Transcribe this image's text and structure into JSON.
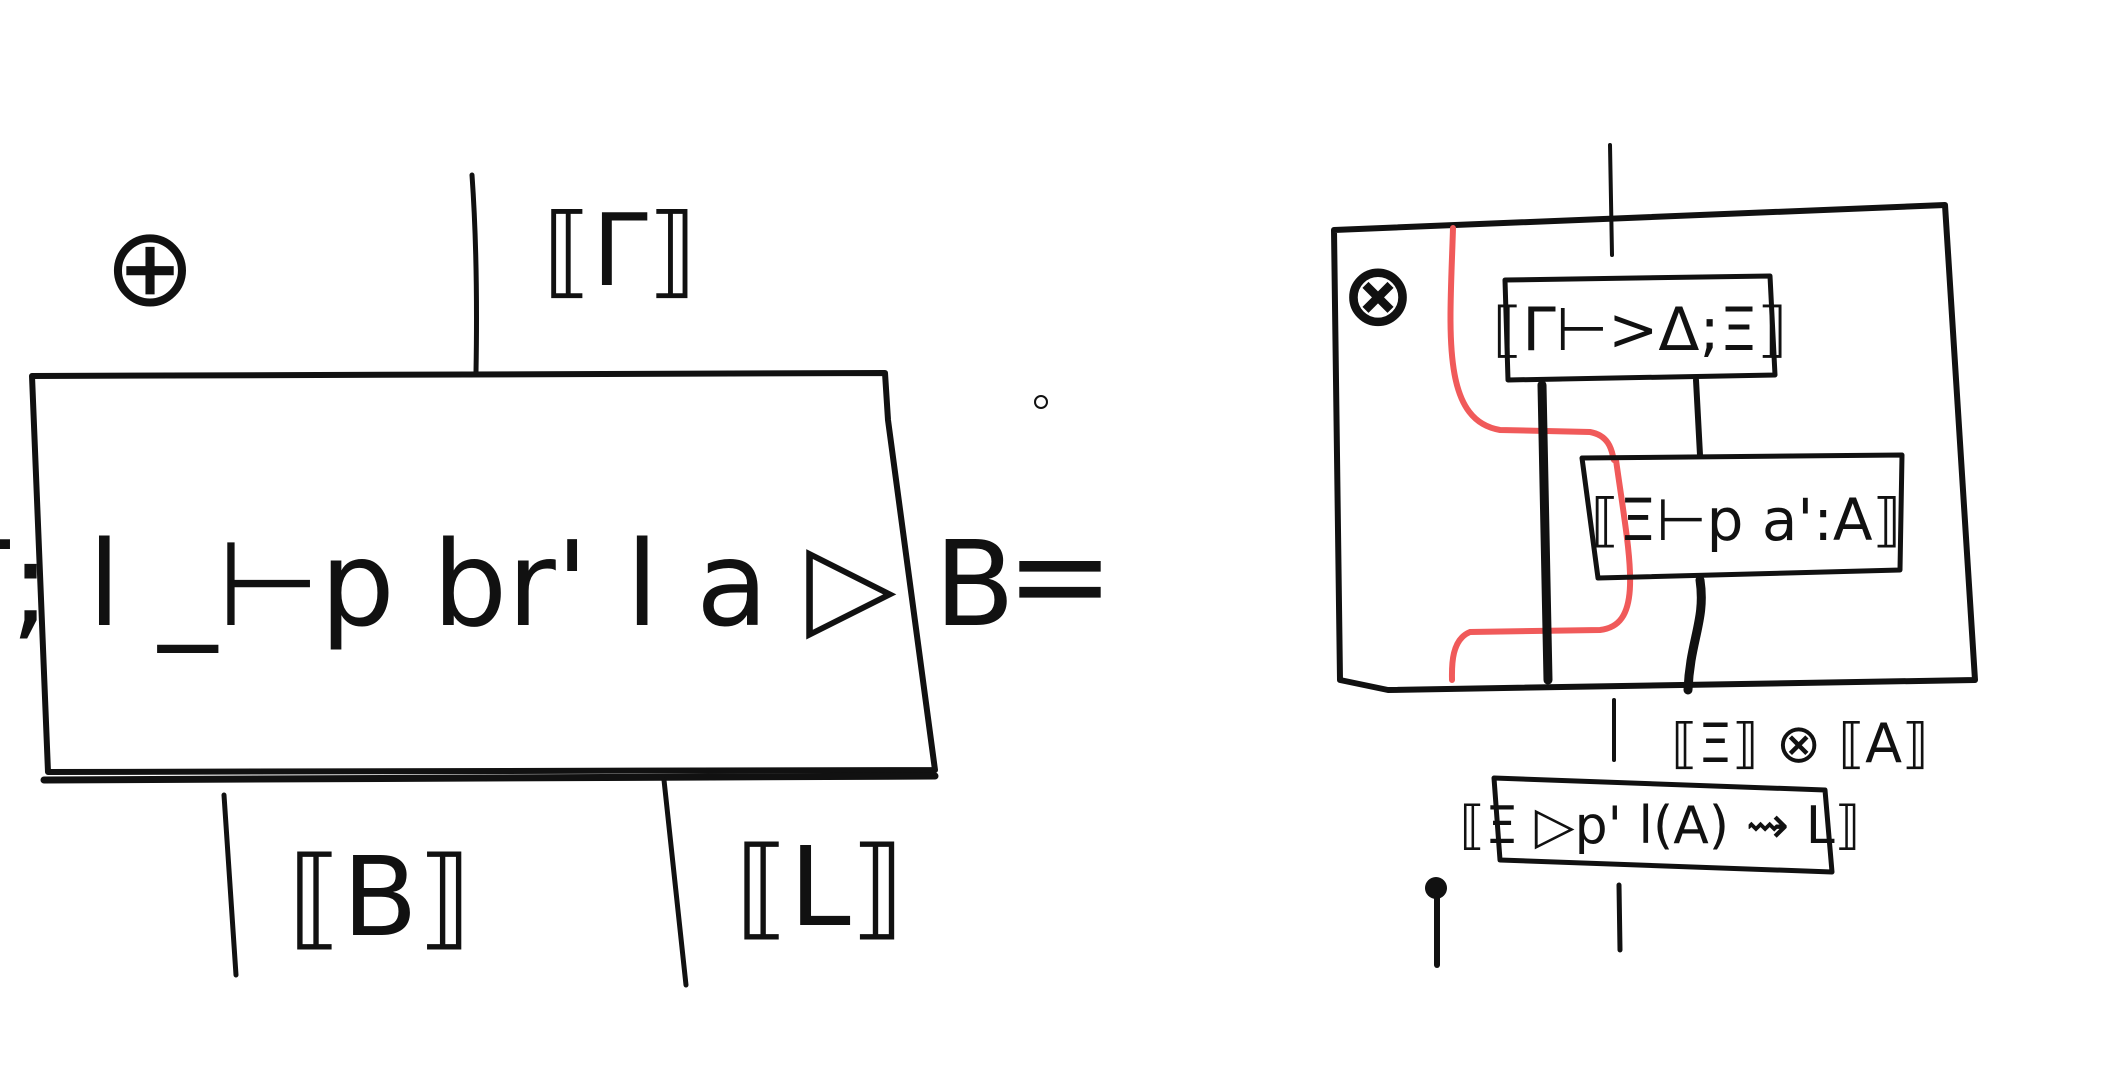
{
  "left": {
    "corner_symbol": "⊕",
    "top_wire": "⟦Γ⟧",
    "box_formula": "Γ; l _⊢p br' l a ▷ B",
    "out_left": "⟦B⟧",
    "out_right": "⟦L⟧"
  },
  "equals": "=",
  "right": {
    "corner_symbol": "⊗",
    "box1": "⟦Γ⊢>Δ;Ξ⟧",
    "box2": "⟦Ξ⊢p a':A⟧",
    "mid_label": "⟦Ξ⟧ ⊗ ⟦A⟧",
    "box3": "⟦Ξ ▷p' l(A) ⇝ L⟧"
  },
  "colors": {
    "ink": "#111111",
    "red_wire": "#f05a5a"
  }
}
